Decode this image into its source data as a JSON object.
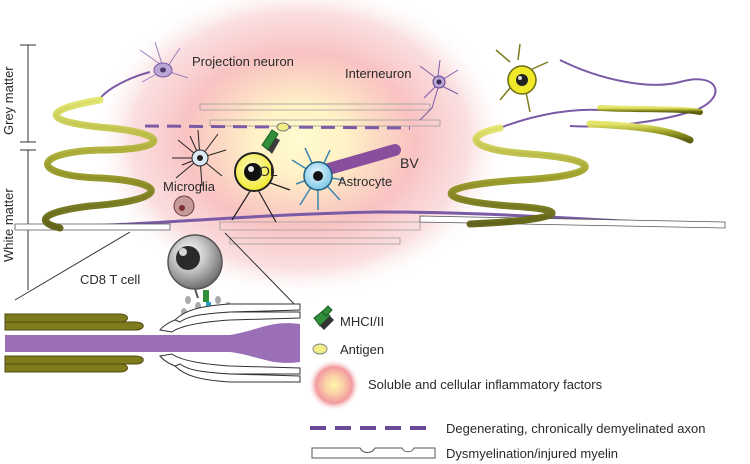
{
  "regions": {
    "grey_matter": "Grey matter",
    "white_matter": "White matter"
  },
  "cells": {
    "projection_neuron": "Projection neuron",
    "interneuron": "Interneuron",
    "oligodendrocyte": "OL",
    "astrocyte": "Astrocyte",
    "blood_vessel": "BV",
    "microglia": "Microglia",
    "cd8_t_cell": "CD8 T cell"
  },
  "legend": {
    "mhc": "MHCI/II",
    "antigen": "Antigen",
    "inflammatory": "Soluble and cellular inflammatory factors",
    "degenerating_axon": "Degenerating, chronically demyelinated axon",
    "dysmyelination": "Dysmyelination/injured myelin"
  },
  "colors": {
    "axon_purple": "#7b5aa6",
    "myelin_olive": "#8a8d1e",
    "myelin_highlight": "#d7dc4a",
    "inflammation_pink": "#f29a9f",
    "inflammation_core": "#fff7b0",
    "astrocyte_blue": "#8fd0ea",
    "ol_yellow": "#f3ee2a",
    "mhc_green": "#2f8f3a",
    "antigen_yellow": "#f1ec86",
    "t_cell": "#8c8c8c"
  }
}
